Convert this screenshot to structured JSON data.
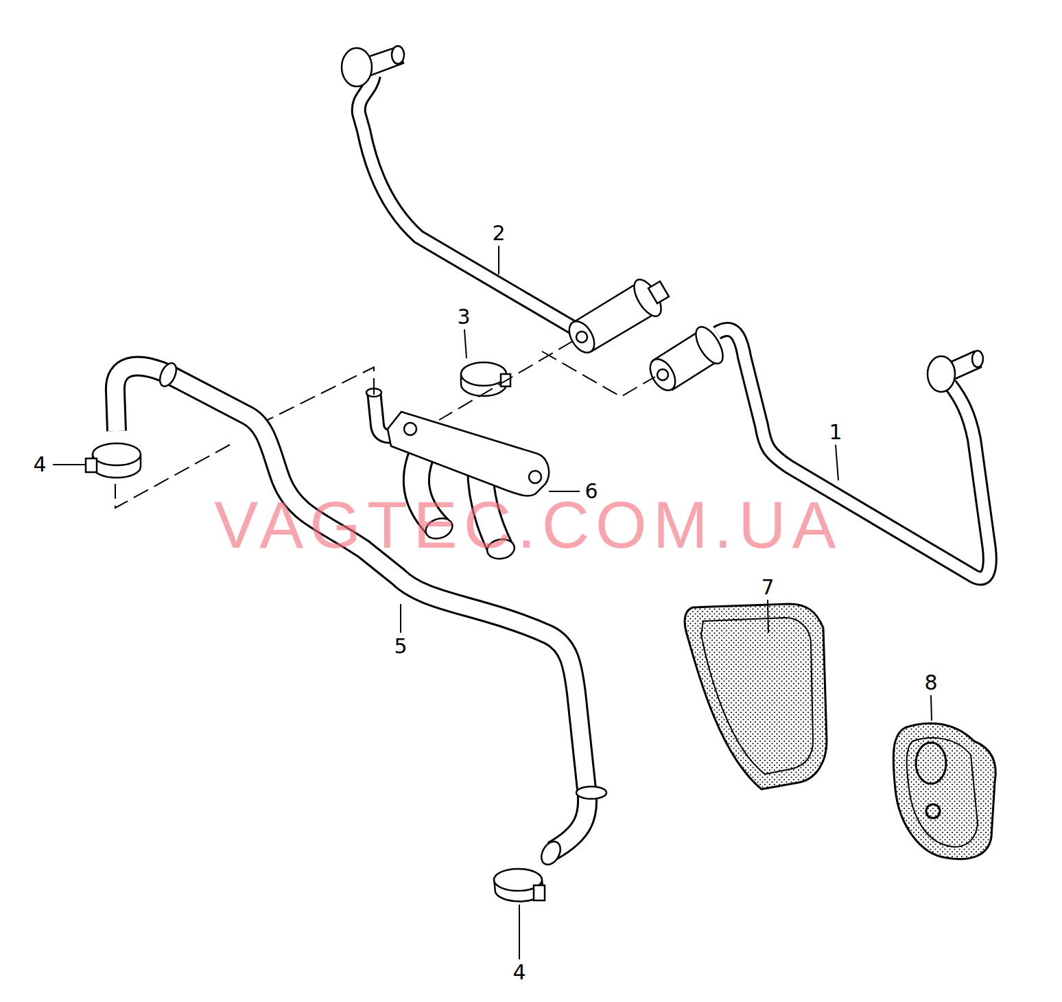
{
  "diagram": {
    "labels": [
      "2",
      "3",
      "1",
      "4",
      "6",
      "VAGTEC.COM.UA",
      "7",
      "5",
      "8",
      "4"
    ]
  }
}
